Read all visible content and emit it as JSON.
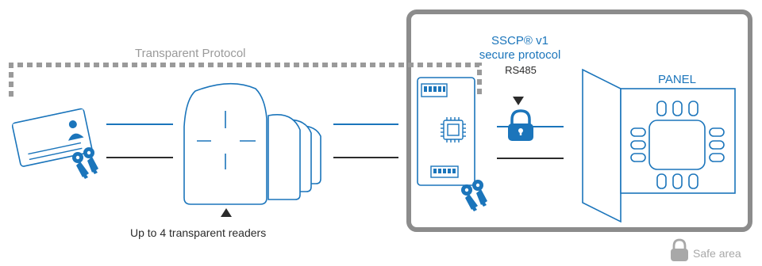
{
  "labels": {
    "transparent_protocol": "Transparent Protocol",
    "sscp_line1": "SSCP® v1",
    "sscp_line2": "secure protocol",
    "rs485": "RS485",
    "panel": "PANEL",
    "readers": "Up to 4 transparent readers",
    "safe_area": "Safe area"
  },
  "colors": {
    "primary": "#1b75bb",
    "dark": "#2b2b2b",
    "gray": "#9a9a9a",
    "frame": "#8c8c8c"
  },
  "icons": {
    "card": "id-card-icon",
    "keys": "keys-icon",
    "reader": "card-reader-icon",
    "chip": "chip-icon",
    "lock": "padlock-icon",
    "panel": "panel-icon",
    "arrow_down": "arrow-down-icon",
    "arrow_up": "arrow-up-icon"
  }
}
